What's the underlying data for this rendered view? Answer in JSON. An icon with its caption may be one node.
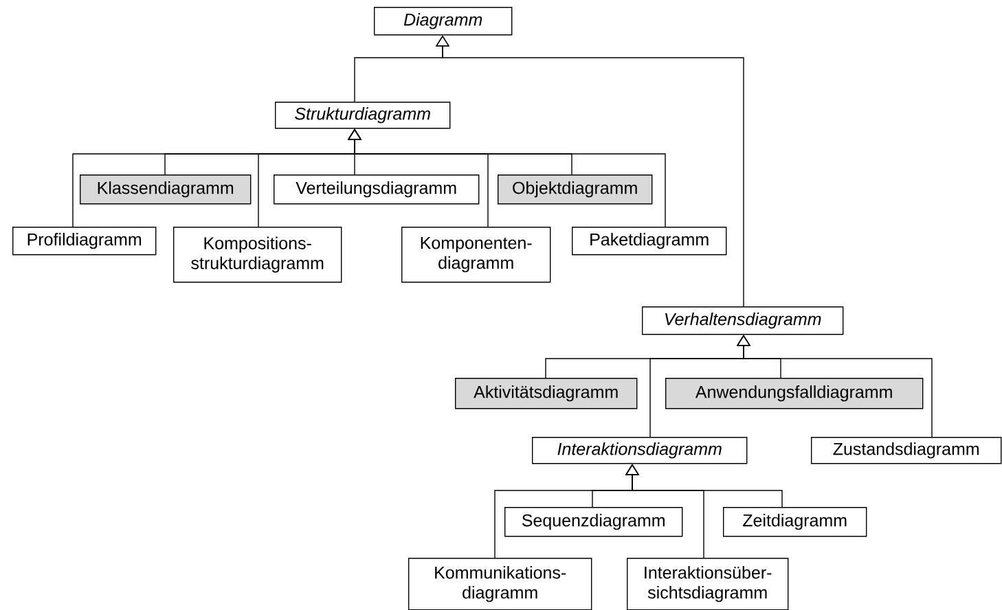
{
  "diagram": {
    "nodes": [
      {
        "text": [
          "Diagramm"
        ]
      },
      {
        "text": [
          "Strukturdiagramm"
        ]
      },
      {
        "text": [
          "Klassendiagramm"
        ]
      },
      {
        "text": [
          "Verteilungsdiagramm"
        ]
      },
      {
        "text": [
          "Objektdiagramm"
        ]
      },
      {
        "text": [
          "Profildiagramm"
        ]
      },
      {
        "text": [
          "Kompositions- strukturdiagramm"
        ]
      },
      {
        "text": [
          "Komponenten- diagramm"
        ]
      },
      {
        "text": [
          "Paketdiagramm"
        ]
      },
      {
        "text": [
          "Verhaltensdiagramm"
        ]
      },
      {
        "text": [
          "Aktivitätsdiagramm"
        ]
      },
      {
        "text": [
          "Anwendungsfalldiagramm"
        ]
      },
      {
        "text": [
          "Interaktionsdiagramm"
        ]
      },
      {
        "text": [
          "Zustandsdiagramm"
        ]
      },
      {
        "text": [
          "Sequenzdiagramm"
        ]
      },
      {
        "text": [
          "Zeitdiagramm"
        ]
      },
      {
        "text": [
          "Kommunikations- diagramm"
        ]
      },
      {
        "text": [
          "Interaktionsüber- sichtsdiagramm"
        ]
      }
    ],
    "edges": [
      {
        "from": 1,
        "to": 0,
        "arrow": "to"
      },
      {
        "from": 9,
        "to": 0,
        "arrow": "to"
      },
      {
        "from": 2,
        "to": 1,
        "arrow": "to"
      },
      {
        "from": 3,
        "to": 1,
        "arrow": "to"
      },
      {
        "from": 4,
        "to": 1,
        "arrow": "to"
      },
      {
        "from": 5,
        "to": 1,
        "arrow": "to"
      },
      {
        "from": 6,
        "to": 1,
        "arrow": "to"
      },
      {
        "from": 7,
        "to": 1,
        "arrow": "to"
      },
      {
        "from": 8,
        "to": 1,
        "arrow": "to"
      },
      {
        "from": 10,
        "to": 9,
        "arrow": "to"
      },
      {
        "from": 11,
        "to": 9,
        "arrow": "to"
      },
      {
        "from": 12,
        "to": 9,
        "arrow": "to"
      },
      {
        "from": 13,
        "to": 9,
        "arrow": "to"
      },
      {
        "from": 14,
        "to": 12,
        "arrow": "to"
      },
      {
        "from": 15,
        "to": 12,
        "arrow": "to"
      },
      {
        "from": 16,
        "to": 12,
        "arrow": "to"
      },
      {
        "from": 17,
        "to": 12,
        "arrow": "to"
      }
    ]
  }
}
